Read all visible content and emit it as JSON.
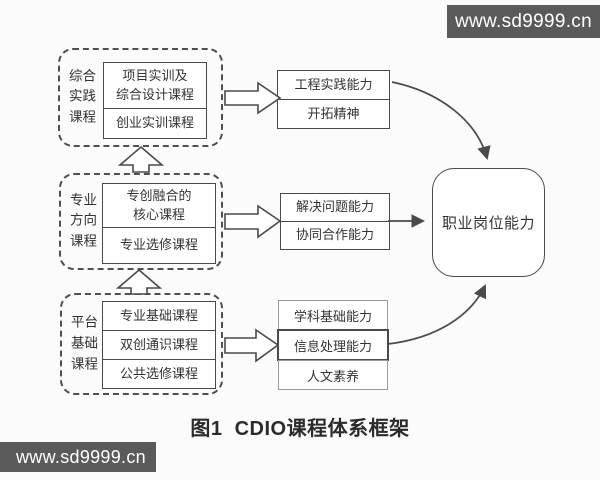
{
  "watermark": {
    "text": "www.sd9999.cn"
  },
  "caption": "图1  CDIO课程体系框架",
  "colors": {
    "line": "#4a4a4a",
    "line_light": "#9b9b9b",
    "text": "#333333",
    "banner_bg": "#5a5a5a",
    "banner_text": "#ffffff",
    "background": "#fbfbfb"
  },
  "diagram": {
    "course_groups": [
      {
        "label": "综合\n实践\n课程",
        "courses": [
          "项目实训及\n综合设计课程",
          "创业实训课程"
        ]
      },
      {
        "label": "专业\n方向\n课程",
        "courses": [
          "专创融合的\n核心课程",
          "专业选修课程"
        ]
      },
      {
        "label": "平台\n基础\n课程",
        "courses": [
          "专业基础课程",
          "双创通识课程",
          "公共选修课程"
        ]
      }
    ],
    "ability_groups": [
      {
        "items": [
          "工程实践能力",
          "开拓精神"
        ]
      },
      {
        "items": [
          "解决问题能力",
          "协同合作能力"
        ]
      },
      {
        "items": [
          "学科基础能力",
          "信息处理能力",
          "人文素养"
        ]
      }
    ],
    "outcome": "职业岗位能力"
  }
}
